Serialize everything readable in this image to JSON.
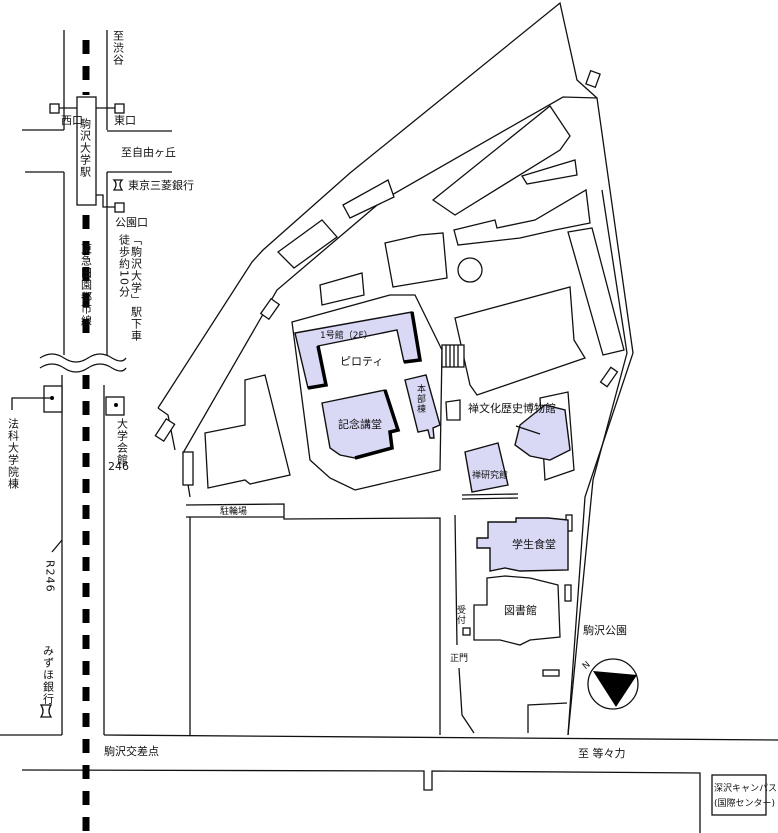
{
  "title": "駒沢大学 キャンパスマップ",
  "station": {
    "name": "駒沢大学駅",
    "west_exit": "西口",
    "east_exit": "東口",
    "park_exit": "公園口",
    "to_shibuya": "至渋谷",
    "to_jiyugaoka": "至自由ヶ丘",
    "bank_top": "東京三菱銀行",
    "walk_note_1": "徒歩約10分",
    "walk_note_2": "「駒沢大学」駅下車",
    "railway": "東急田園都市線"
  },
  "roads": {
    "r246": "R246",
    "intersection": "駒沢交差点",
    "to_todoroki": "至 等々力"
  },
  "places": {
    "law_school": "法科大学院棟",
    "univ_hall": "大学会館",
    "univ_hall_num": "246",
    "mizuho": "みずほ銀行",
    "komazawa_park": "駒沢公園",
    "fukasawa_1": "深沢キャンパス",
    "fukasawa_2": "(国際センター)"
  },
  "buildings": {
    "bldg1": "1号館（2F）",
    "piloti": "ピロティ",
    "honbu": "本部棟",
    "kinen": "記念講堂",
    "museum": "禅文化歴史博物館",
    "zen_research": "禅研究館",
    "cafeteria": "学生食堂",
    "library": "図書館",
    "reception": "受付",
    "main_gate": "正門",
    "bicycle": "駐輪場"
  },
  "compass": {
    "label": "N"
  },
  "colors": {
    "highlight": "#d9d9f6",
    "line": "#111111"
  }
}
